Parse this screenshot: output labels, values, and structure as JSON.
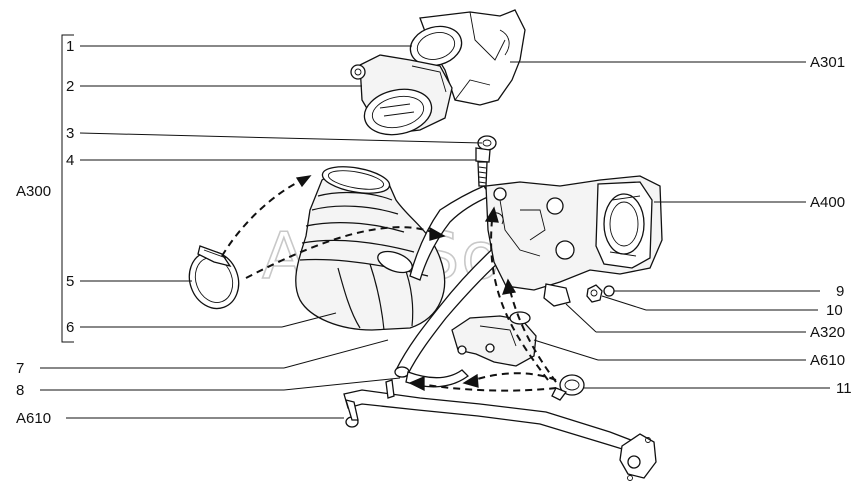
{
  "labels": {
    "left": [
      {
        "id": "p1",
        "text": "1"
      },
      {
        "id": "p2",
        "text": "2"
      },
      {
        "id": "p3",
        "text": "3"
      },
      {
        "id": "p4",
        "text": "4"
      },
      {
        "id": "a300",
        "text": "A300"
      },
      {
        "id": "p5",
        "text": "5"
      },
      {
        "id": "p6",
        "text": "6"
      },
      {
        "id": "p7",
        "text": "7"
      },
      {
        "id": "p8",
        "text": "8"
      },
      {
        "id": "a610l",
        "text": "A610"
      }
    ],
    "right": [
      {
        "id": "a301",
        "text": "A301"
      },
      {
        "id": "a400",
        "text": "A400"
      },
      {
        "id": "p9",
        "text": "9"
      },
      {
        "id": "p10",
        "text": "10"
      },
      {
        "id": "a320",
        "text": "A320"
      },
      {
        "id": "a610r",
        "text": "A610"
      },
      {
        "id": "p11",
        "text": "11"
      }
    ]
  },
  "watermark": "AutoSoft",
  "colors": {
    "ink": "#111111",
    "watermark": "#c8c8c8",
    "part_fill": "#f4f4f4"
  }
}
